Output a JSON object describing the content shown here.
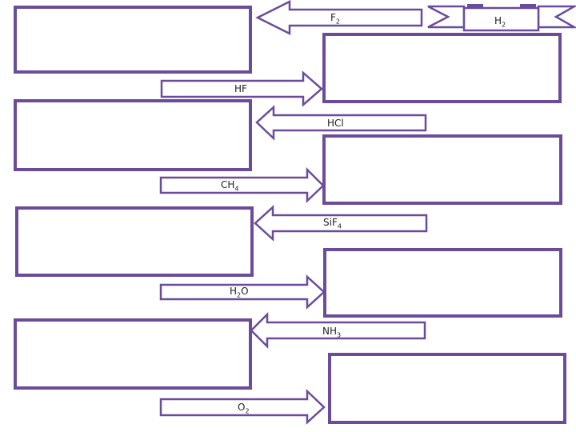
{
  "colors": {
    "accent": "#6b4c9a",
    "text": "#222222",
    "background": "#ffffff"
  },
  "banner": {
    "formula": "H",
    "sub": "2"
  },
  "arrows": [
    {
      "id": "f2",
      "direction": "left",
      "formula": "F",
      "sub": "2"
    },
    {
      "id": "hf",
      "direction": "right",
      "formula": "HF",
      "sub": ""
    },
    {
      "id": "hcl",
      "direction": "left",
      "formula": "HCl",
      "sub": ""
    },
    {
      "id": "ch4",
      "direction": "right",
      "formula": "CH",
      "sub": "4"
    },
    {
      "id": "sif4",
      "direction": "left",
      "formula": "SiF",
      "sub": "4"
    },
    {
      "id": "h2o",
      "direction": "right",
      "formula": "H",
      "sub": "2",
      "suffix": "O"
    },
    {
      "id": "nh3",
      "direction": "left",
      "formula": "NH",
      "sub": "3"
    },
    {
      "id": "o2",
      "direction": "right",
      "formula": "O",
      "sub": "2"
    }
  ]
}
